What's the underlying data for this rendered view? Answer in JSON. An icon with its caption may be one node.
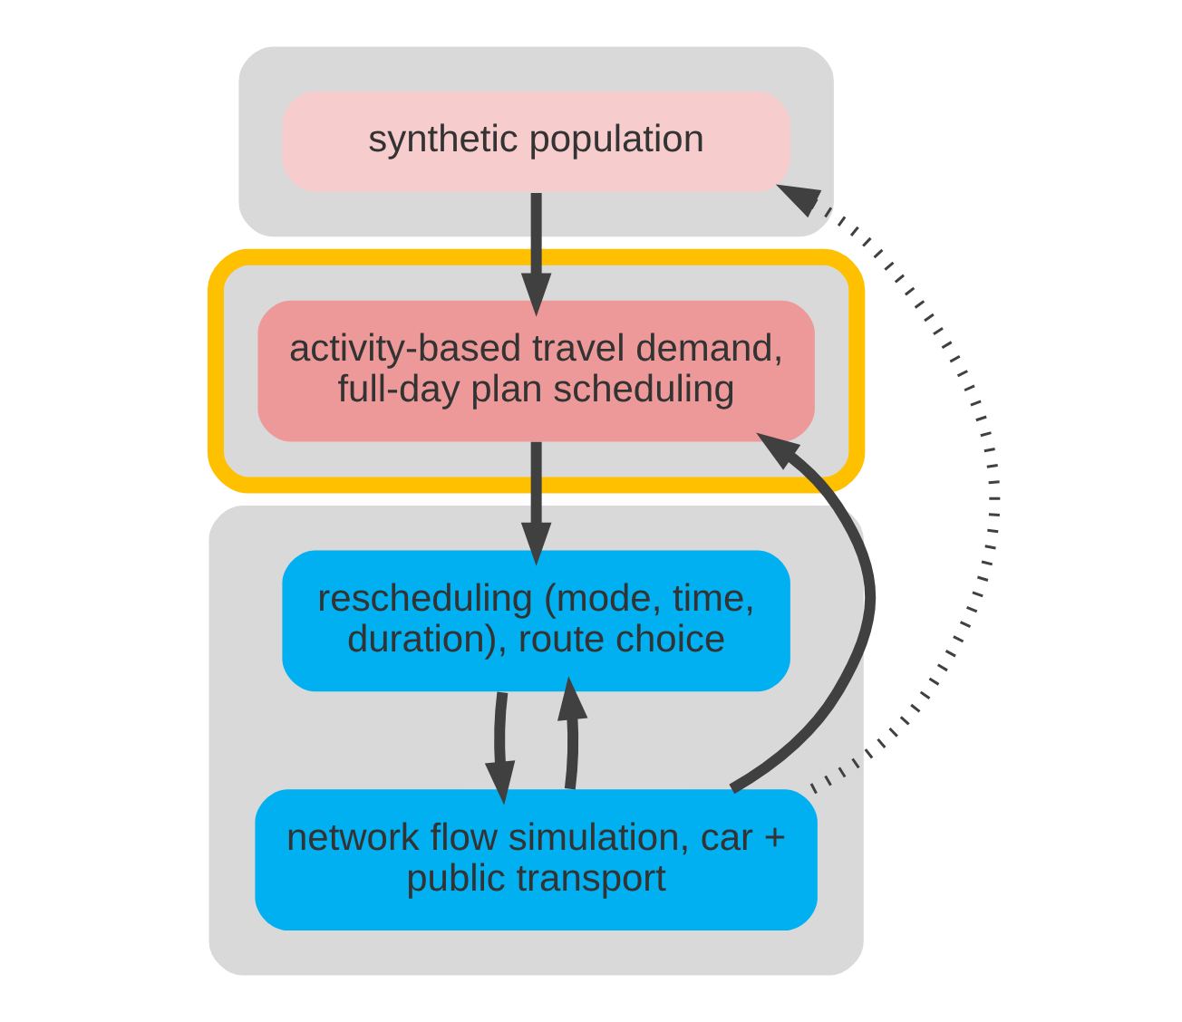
{
  "diagram": {
    "nodes": [
      {
        "text": [],
        "shape": "box"
      },
      {
        "text": [
          "synthetic population"
        ],
        "in": 0
      },
      {
        "text": [],
        "shape": "box"
      },
      {
        "text": [
          "activity-based travel demand, full-day plan scheduling"
        ],
        "in": 2
      },
      {
        "text": [],
        "shape": "box"
      },
      {
        "text": [
          "rescheduling (mode, time, duration), route choice"
        ],
        "in": 4
      },
      {
        "text": [
          "network flow simulation, car + public transport"
        ],
        "in": 4
      }
    ],
    "edges": [
      {
        "from": 1,
        "to": 3,
        "arrow": "to"
      },
      {
        "from": 3,
        "to": 5,
        "arrow": "to"
      },
      {
        "from": 5,
        "to": 6,
        "arrow": "to"
      },
      {
        "from": 6,
        "to": 5,
        "arrow": "to"
      },
      {
        "from": 6,
        "to": 3,
        "arrow": "to"
      },
      {
        "from": 6,
        "to": 1,
        "arrow": "to",
        "style": "dashed"
      }
    ]
  }
}
